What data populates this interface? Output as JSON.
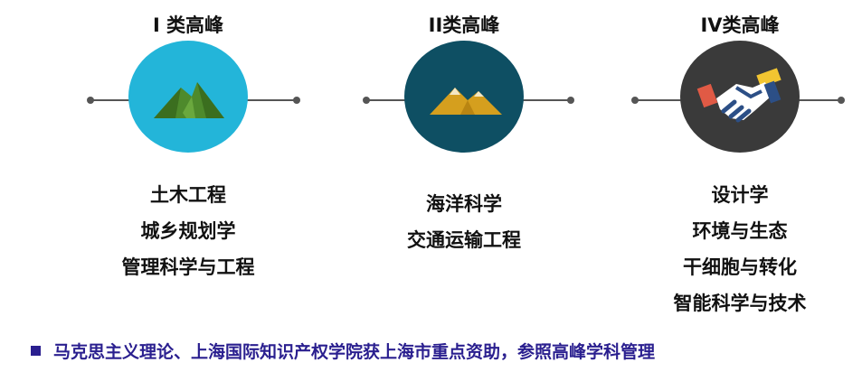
{
  "colors": {
    "circle_1": "#23b5d9",
    "circle_2": "#0e4f63",
    "circle_3": "#3a3a3a",
    "mountain_green": "#4e8a2c",
    "mountain_gold": "#d59f1e",
    "connector": "#555555",
    "footer_text": "#2a1f8f"
  },
  "columns": [
    {
      "title": "I 类高峰",
      "icon": "green-mountain-icon",
      "subjects": [
        "土木工程",
        "城乡规划学",
        "管理科学与工程"
      ]
    },
    {
      "title": "II类高峰",
      "icon": "gold-mountain-icon",
      "subjects": [
        "海洋科学",
        "交通运输工程"
      ]
    },
    {
      "title": "IV类高峰",
      "icon": "handshake-icon",
      "subjects": [
        "设计学",
        "环境与生态",
        "干细胞与转化",
        "智能科学与技术"
      ]
    }
  ],
  "footer": {
    "text": "马克思主义理论、上海国际知识产权学院获上海市重点资助，参照高峰学科管理"
  }
}
